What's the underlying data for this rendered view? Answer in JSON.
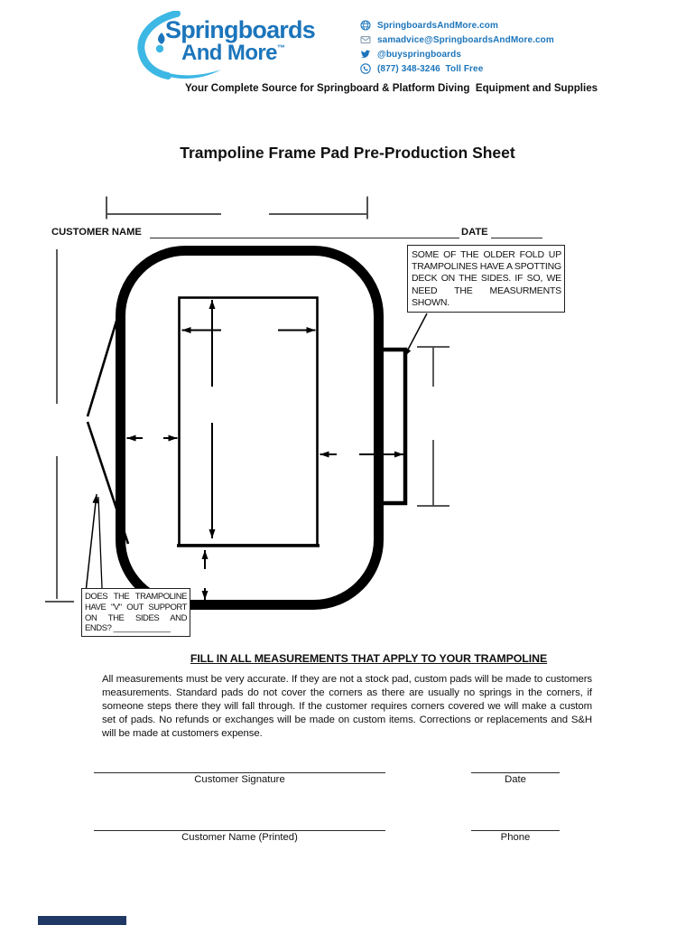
{
  "header": {
    "logo": {
      "line1": "Springboards",
      "line2": "And More",
      "tm": "™"
    },
    "contact": [
      {
        "icon": "globe-icon",
        "text": "SpringboardsAndMore.com"
      },
      {
        "icon": "email-icon",
        "text": "samadvice@SpringboardsAndMore.com"
      },
      {
        "icon": "twitter-icon",
        "text": "@buyspringboards"
      },
      {
        "icon": "phone-icon",
        "text": "(877) 348-3246  Toll Free"
      }
    ],
    "tagline": "Your Complete Source for Springboard & Platform Diving  Equipment and Supplies"
  },
  "title": "Trampoline Frame Pad Pre-Production Sheet",
  "form": {
    "customer_name_label": "CUSTOMER NAME",
    "date_label": "DATE"
  },
  "diagram": {
    "note_spotting_deck": "SOME OF THE OLDER FOLD UP TRAMPOLINES HAVE A SPOTTING DECK ON THE SIDES. IF SO, WE NEED THE MEASURMENTS SHOWN.",
    "note_v_support": "DOES THE TRAMPOLINE HAVE \"V\" OUT SUPPORT ON THE SIDES AND ENDS? _____________"
  },
  "instructions": {
    "heading": "FILL IN ALL MEASUREMENTS THAT APPLY TO YOUR TRAMPOLINE",
    "body": "All measurements must be very accurate. If they are not a stock pad, custom pads will be made to customers measurements. Standard pads do not cover the corners as there are usually no springs in the corners, if someone steps there they will fall through. If the customer requires corners covered we will make a custom set of  pads. No refunds or exchanges will be made on custom items. Corrections or replacements and S&H will be made at customers expense."
  },
  "signature": {
    "signature_label": "Customer Signature",
    "date_label": "Date",
    "name_label": "Customer Name (Printed)",
    "phone_label": "Phone"
  },
  "colors": {
    "brand_blue": "#1c75bb",
    "accent_cyan": "#3db7e4",
    "footer_navy": "#203864",
    "line_gray": "#3f3f3f"
  }
}
